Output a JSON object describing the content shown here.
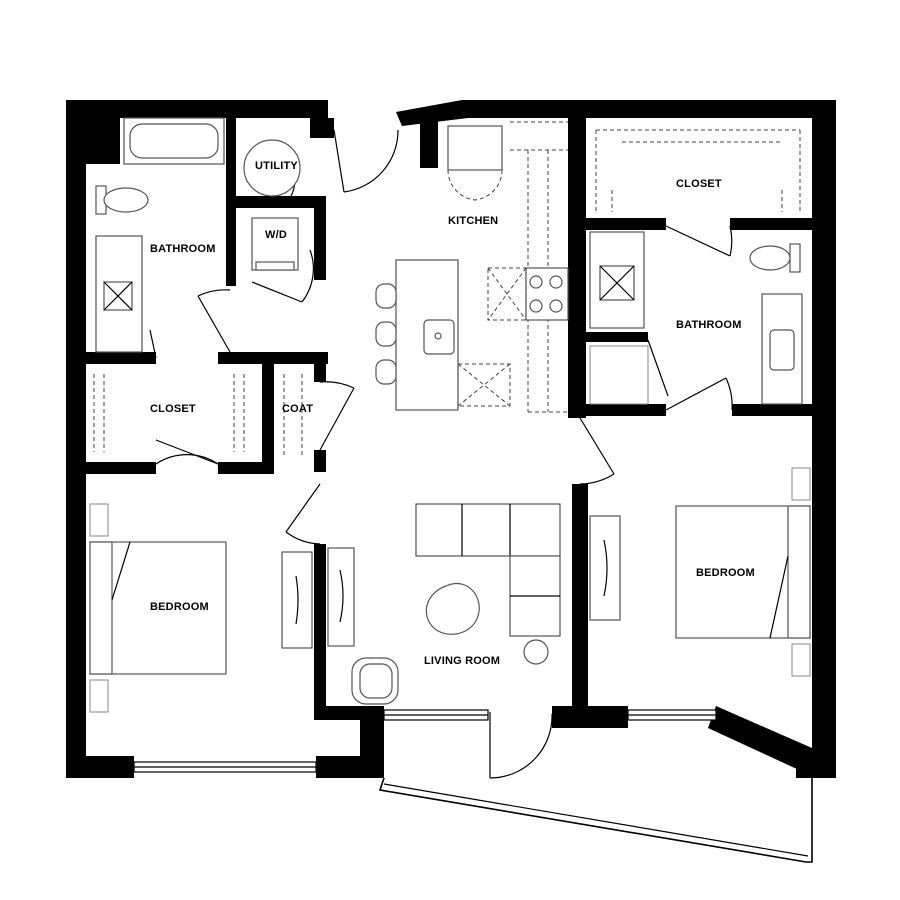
{
  "rooms": {
    "bathroom_left": "BATHROOM",
    "utility": "UTILITY",
    "wd": "W/D",
    "kitchen": "KITCHEN",
    "closet_top_right": "CLOSET",
    "bathroom_right": "BATHROOM",
    "closet_left": "CLOSET",
    "coat": "COAT",
    "bedroom_left": "BEDROOM",
    "living_room": "LIVING ROOM",
    "bedroom_right": "BEDROOM"
  },
  "colors": {
    "wall": "#000000",
    "fixture": "#555555",
    "background": "#ffffff"
  }
}
